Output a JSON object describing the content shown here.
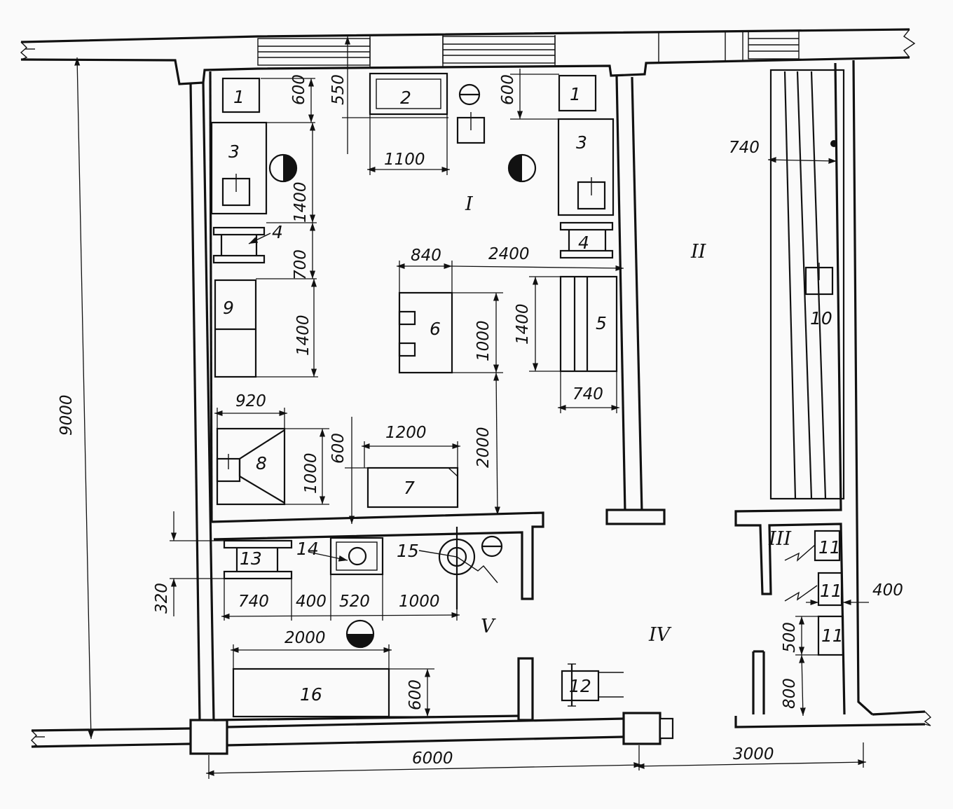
{
  "equipment_labels": {
    "e1": "1",
    "e2": "2",
    "e3": "3",
    "e4": "4",
    "e5": "5",
    "e6": "6",
    "e7": "7",
    "e8": "8",
    "e9": "9",
    "e10": "10",
    "e11": "11",
    "e12": "12",
    "e13": "13",
    "e14": "14",
    "e15": "15",
    "e16": "16"
  },
  "rooms": {
    "r1": "I",
    "r2": "II",
    "r3": "III",
    "r4": "IV",
    "r5": "V"
  },
  "dimensions": {
    "d600": "600",
    "d550": "550",
    "d1100": "1100",
    "d1400": "1400",
    "d700": "700",
    "d840": "840",
    "d2400": "2400",
    "d1000": "1000",
    "d740": "740",
    "d920": "920",
    "d1200": "1200",
    "d2000": "2000",
    "d9000": "9000",
    "d320": "320",
    "d400": "400",
    "d520": "520",
    "d500": "500",
    "d800": "800",
    "d6000": "6000",
    "d3000": "3000"
  }
}
